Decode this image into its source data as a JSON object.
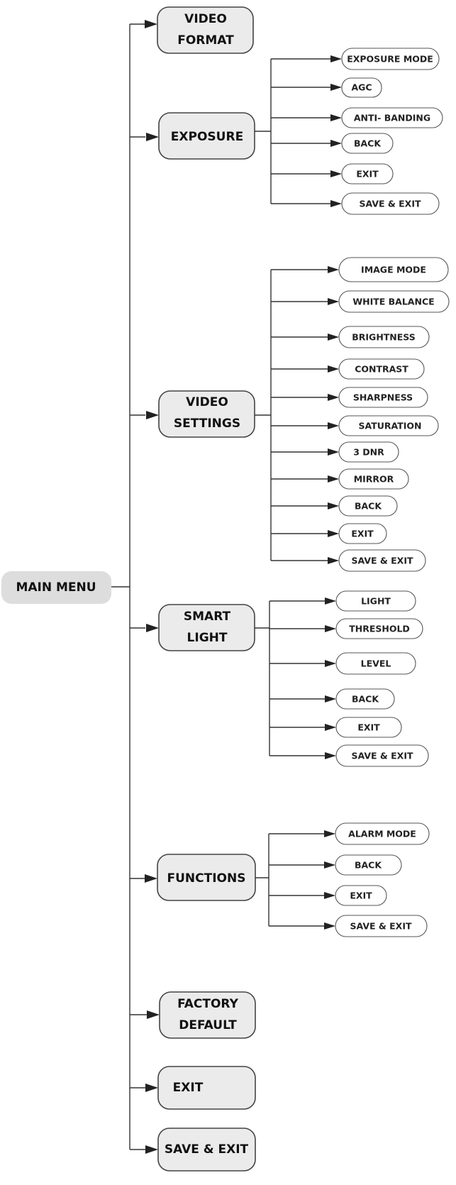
{
  "root": {
    "label": "MAIN MENU"
  },
  "menu": [
    {
      "id": "video-format",
      "lines": [
        "VIDEO",
        "FORMAT"
      ],
      "items": []
    },
    {
      "id": "exposure",
      "lines": [
        "EXPOSURE"
      ],
      "items": [
        "EXPOSURE MODE",
        "AGC",
        "ANTI- BANDING",
        "BACK",
        "EXIT",
        "SAVE & EXIT"
      ]
    },
    {
      "id": "video-settings",
      "lines": [
        "VIDEO",
        "SETTINGS"
      ],
      "items": [
        "IMAGE MODE",
        "WHITE BALANCE",
        "BRIGHTNESS",
        "CONTRAST",
        "SHARPNESS",
        "SATURATION",
        "3 DNR",
        "MIRROR",
        "BACK",
        "EXIT",
        "SAVE &  EXIT"
      ]
    },
    {
      "id": "smart-light",
      "lines": [
        "SMART",
        "LIGHT"
      ],
      "items": [
        "LIGHT",
        "THRESHOLD",
        "LEVEL",
        "BACK",
        "EXIT",
        "SAVE & EXIT"
      ]
    },
    {
      "id": "functions",
      "lines": [
        "FUNCTIONS"
      ],
      "items": [
        "ALARM MODE",
        "BACK",
        "EXIT",
        "SAVE & EXIT"
      ]
    },
    {
      "id": "factory-default",
      "lines": [
        "FACTORY",
        "DEFAULT"
      ],
      "items": []
    },
    {
      "id": "exit",
      "lines": [
        "EXIT"
      ],
      "items": []
    },
    {
      "id": "save-exit",
      "lines": [
        "SAVE & EXIT"
      ],
      "items": []
    }
  ]
}
